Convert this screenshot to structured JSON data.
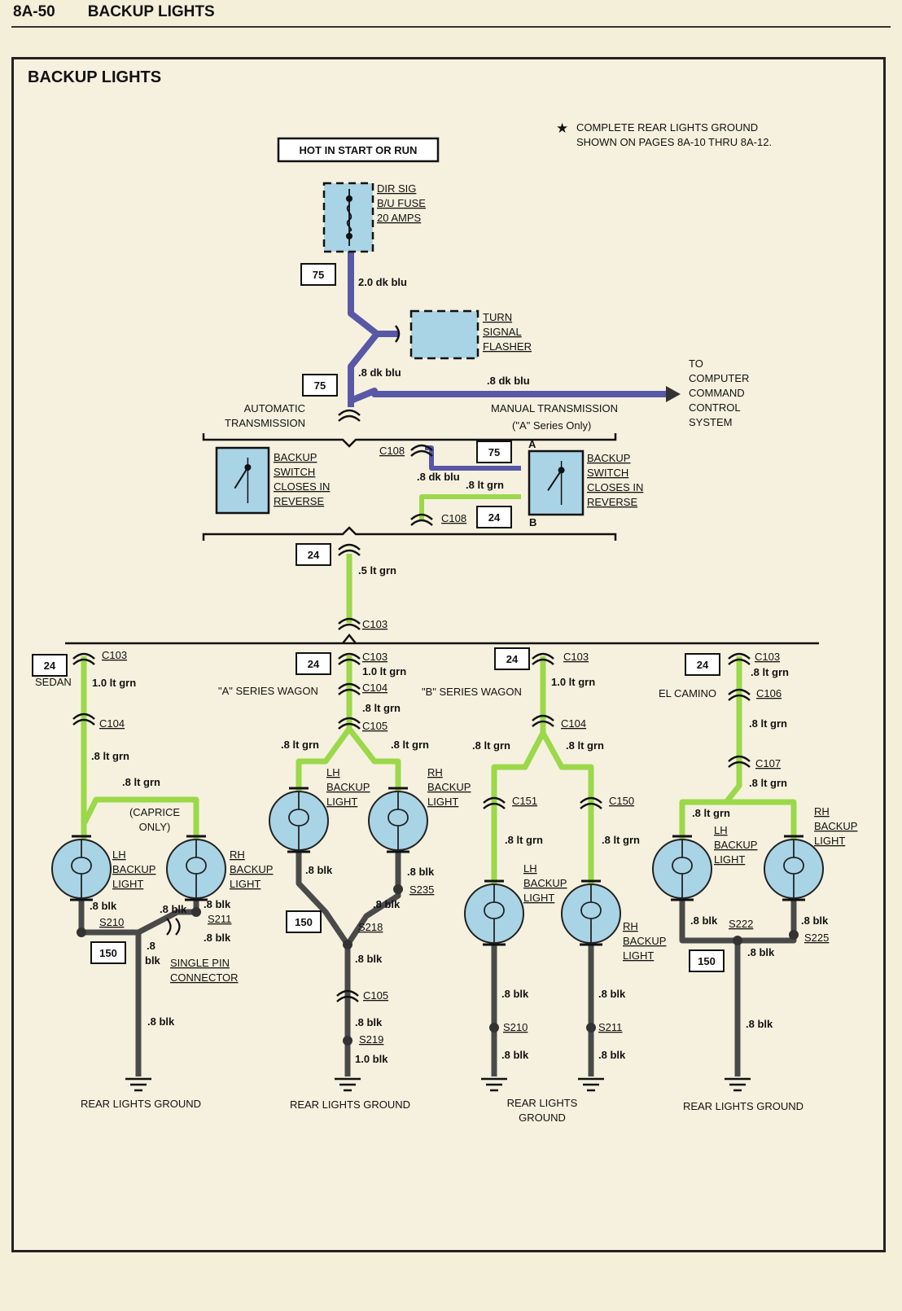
{
  "page_header": {
    "number": "8A-50",
    "title": "BACKUP LIGHTS"
  },
  "diagram": {
    "title": "BACKUP LIGHTS",
    "note": [
      "COMPLETE REAR LIGHTS GROUND",
      "SHOWN ON PAGES 8A-10 THRU 8A-12."
    ],
    "hot_label": "HOT IN START OR RUN",
    "fuse": [
      "DIR SIG",
      "B/U FUSE",
      "20 AMPS"
    ],
    "flasher": [
      "TURN",
      "SIGNAL",
      "FLASHER"
    ],
    "computer": [
      "TO",
      "COMPUTER",
      "COMMAND",
      "CONTROL",
      "SYSTEM"
    ],
    "auto_trans": [
      "AUTOMATIC",
      "TRANSMISSION"
    ],
    "manual_trans": [
      "MANUAL  TRANSMISSION",
      "(\"A\" Series Only)"
    ],
    "switch_label": [
      "BACKUP",
      "SWITCH",
      "CLOSES IN",
      "REVERSE"
    ],
    "circuit_75": "75",
    "circuit_24": "24",
    "circuit_150": "150",
    "pin_a": "A",
    "pin_b": "B",
    "wires": {
      "w2dkblu": "2.0 dk blu",
      "w8dkblu": ".8 dk blu",
      "w8ltgrn": ".8 lt grn",
      "w5ltgrn": ".5 lt grn",
      "w10ltgrn": "1.0 lt grn",
      "w8blk": ".8 blk",
      "w10blk": "1.0 blk"
    },
    "connectors": {
      "C103": "C103",
      "C104": "C104",
      "C105": "C105",
      "C106": "C106",
      "C107": "C107",
      "C108": "C108",
      "C150": "C150",
      "C151": "C151"
    },
    "splices": {
      "S210": "S210",
      "S211": "S211",
      "S218": "S218",
      "S219": "S219",
      "S222": "S222",
      "S225": "S225",
      "S235": "S235"
    },
    "variants": [
      "SEDAN",
      "\"A\" SERIES WAGON",
      "\"B\" SERIES WAGON",
      "EL CAMINO"
    ],
    "lh_light": [
      "LH",
      "BACKUP",
      "LIGHT"
    ],
    "rh_light": [
      "RH",
      "BACKUP",
      "LIGHT"
    ],
    "caprice": [
      "(CAPRICE",
      "ONLY)"
    ],
    "single_pin": [
      "SINGLE PIN",
      "CONNECTOR"
    ],
    "ground": "REAR LIGHTS GROUND",
    "ground_split": [
      "REAR LIGHTS",
      "GROUND"
    ],
    "colors": {
      "blue_wire": "#5858a6",
      "green_wire": "#9bd84a",
      "black_wire": "#4a4a4a",
      "component_fill": "#a9d4e6",
      "title_blue": "#2a8fd0"
    }
  }
}
